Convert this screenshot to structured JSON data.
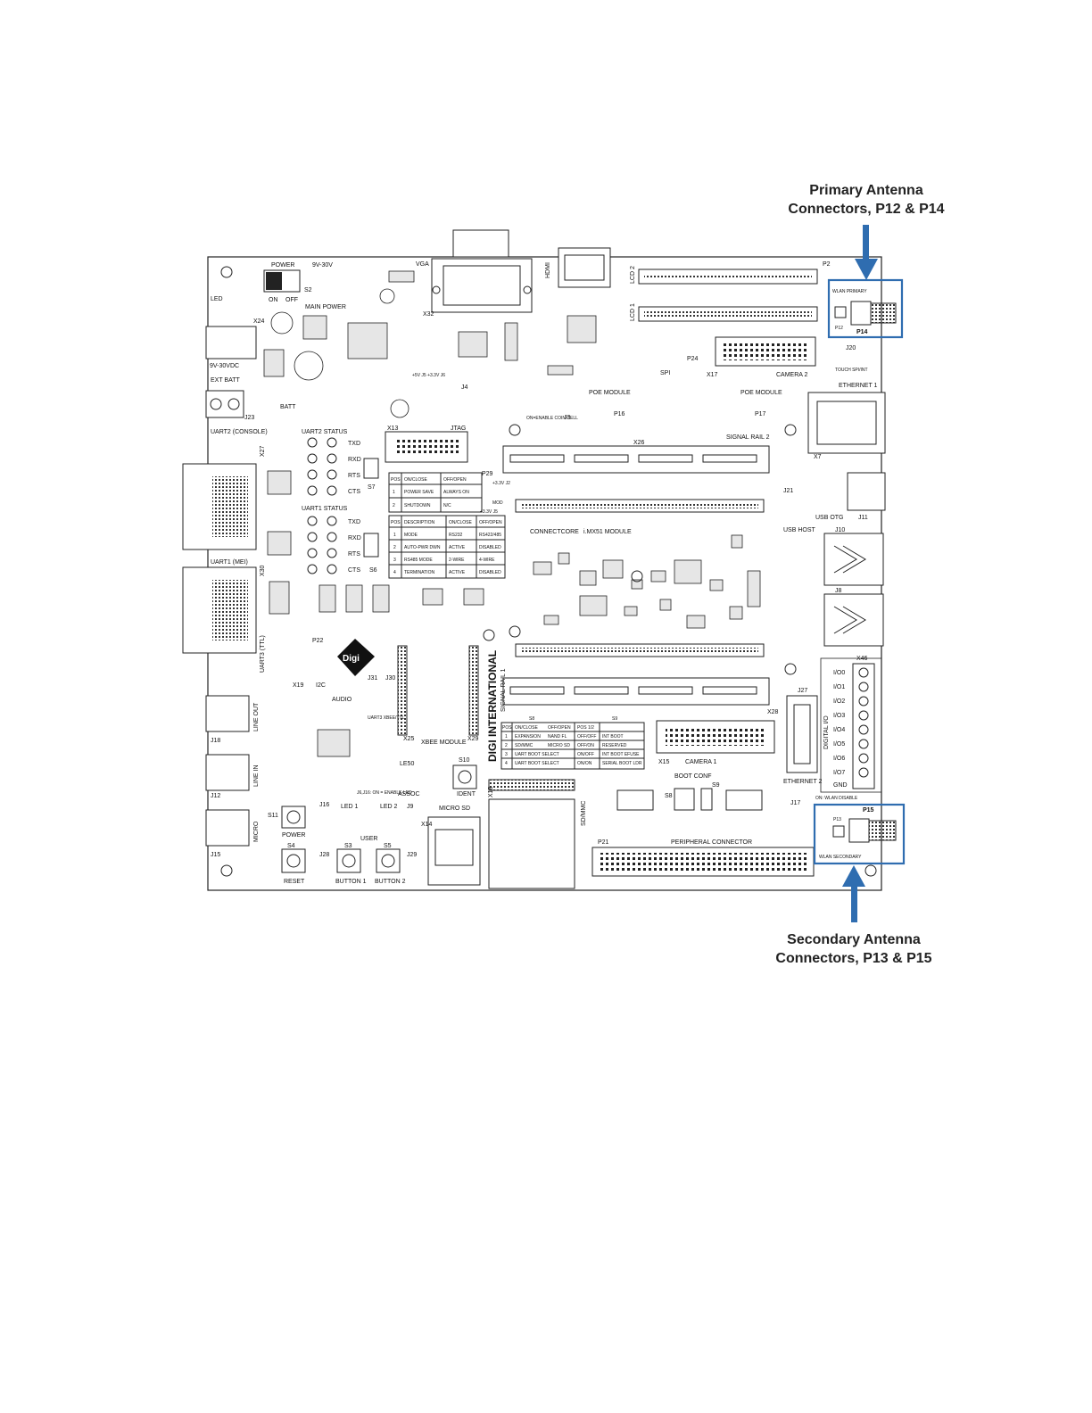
{
  "callouts": {
    "primary": [
      "Primary Antenna",
      "Connectors, P12 & P14"
    ],
    "secondary": [
      "Secondary Antenna",
      "Connectors, P13 & P15"
    ]
  },
  "colors": {
    "highlight": "#2f6db0",
    "arrow": "#2f6db0",
    "board_line": "#222222",
    "chip": "#d9d9d9"
  },
  "board": {
    "logo": "Digi",
    "vendor": "DIGI INTERNATIONAL",
    "labels": {
      "power": "POWER",
      "v930": "9V-30V",
      "on": "ON",
      "off": "OFF",
      "s2": "S2",
      "main_power": "MAIN POWER",
      "vga": "VGA",
      "x32": "X32",
      "hdmi": "HDMI",
      "lcd2": "LCD 2",
      "lcd1": "LCD 1",
      "p2": "P2",
      "wlan_primary": "WLAN PRIMARY",
      "p12": "P12",
      "p14": "P14",
      "x24": "X24",
      "v930vdc": "9V-30VDC",
      "ext_batt": "EXT BATT",
      "batt": "BATT",
      "j23": "J23",
      "spi": "SPI",
      "p24": "P24",
      "x17": "X17",
      "camera2": "CAMERA 2",
      "j20": "J20",
      "touch": "TOUCH SPI/INT",
      "ethernet1": "ETHERNET 1",
      "j4": "J4",
      "poe1": "POE MODULE",
      "poe2": "POE MODULE",
      "p16": "P16",
      "p17": "P17",
      "x13": "X13",
      "jtag": "JTAG",
      "coin_cell": "ON=ENABLE COIN CELL",
      "j3": "J3",
      "x26": "X26",
      "signal_rail2": "SIGNAL RAIL 2",
      "x7": "X7",
      "uart2_console": "UART2 (CONSOLE)",
      "uart2_status": "UART2 STATUS",
      "x27": "X27",
      "txd": "TXD",
      "rxd": "RXD",
      "rts": "RTS",
      "cts": "CTS",
      "s7": "S7",
      "p29": "P29",
      "j21": "J21",
      "usb_otg": "USB OTG",
      "j11": "J11",
      "uart1_status": "UART1 STATUS",
      "uart1_mei": "UART1 (MEI)",
      "x30": "X30",
      "s6": "S6",
      "connectcore": "CONNECTCORE",
      "imx51": "i.MX51 MODULE",
      "usb_host": "USB HOST",
      "j10": "J10",
      "j8": "J8",
      "uart3_ttl": "UART3 (TTL)",
      "x19": "X19",
      "p22": "P22",
      "i2c": "I2C",
      "signal_rail1": "SIGNAL RAIL 1",
      "x46": "X46",
      "io0": "I/O0",
      "io1": "I/O1",
      "io2": "I/O2",
      "io3": "I/O3",
      "io4": "I/O4",
      "io5": "I/O5",
      "io6": "I/O6",
      "io7": "I/O7",
      "gnd": "GND",
      "digital_io": "DIGITAL I/O",
      "j27": "J27",
      "x28": "X28",
      "line_out": "LINE OUT",
      "j18": "J18",
      "audio": "AUDIO",
      "j31": "J31",
      "j30": "J30",
      "uart3_xbee": "UART3 XBEE/TTL",
      "x29": "X29",
      "xbee": "XBEE MODULE",
      "x25": "X25",
      "camera1": "CAMERA 1",
      "x15": "X15",
      "ethernet2": "ETHERNET 2",
      "line_in": "LINE IN",
      "j12": "J12",
      "j6j16": "J6,J16: ON = ENABLE LED",
      "le50": "LE50",
      "assoc": "ASSOC",
      "s10": "S10",
      "ident": "IDENT",
      "x18": "X18",
      "boot_conf": "BOOT CONF",
      "s8": "S8",
      "s9": "S9",
      "j17": "J17",
      "wlan_disable": "ON: WLAN DISABLE",
      "p13": "P13",
      "p15": "P15",
      "wlan_secondary": "WLAN SECONDARY",
      "micro": "MICRO",
      "j15": "J15",
      "s11": "S11",
      "power_btn": "POWER",
      "j16": "J16",
      "led1": "LED 1",
      "led2": "LED 2",
      "j9": "J9",
      "micro_sd": "MICRO SD",
      "x14": "X14",
      "user": "USER",
      "s3": "S3",
      "s5": "S5",
      "s4": "S4",
      "reset": "RESET",
      "button1": "BUTTON 1",
      "button2": "BUTTON 2",
      "j28": "J28",
      "j29": "J29",
      "sdmmc": "SD/MMC",
      "p21": "P21",
      "peripheral": "PERIPHERAL CONNECTOR",
      "led": "LED",
      "plus33v_j2": "+3.3V J2",
      "plus33v_j5": "+3.3V J5",
      "plus5v": "+5V J5 +3.3V J6",
      "mod": "MOD"
    },
    "table_s7": {
      "headers": [
        "POS",
        "ON/CLOSE",
        "OFF/OPEN"
      ],
      "rows": [
        [
          "1",
          "POWER SAVE",
          "ALWAYS ON"
        ],
        [
          "2",
          "SHUTDOWN",
          "N/C"
        ]
      ]
    },
    "table_s6": {
      "headers": [
        "POS",
        "DESCRIPTION",
        "ON/CLOSE",
        "OFF/OPEN"
      ],
      "rows": [
        [
          "1",
          "MODE",
          "RS232",
          "RS422/485"
        ],
        [
          "2",
          "AUTO-PWR DWN",
          "ACTIVE",
          "DISABLED"
        ],
        [
          "3",
          "RS485 MODE",
          "2-WIRE",
          "4-WIRE"
        ],
        [
          "4",
          "TERMINATION",
          "ACTIVE",
          "DISABLED"
        ]
      ]
    },
    "table_boot": {
      "s8": "S8",
      "s9": "S9",
      "headers": [
        "POS",
        "ON/CLOSE",
        "OFF/OPEN",
        "POS 1/2"
      ],
      "rows": [
        [
          "1",
          "EXPANSION",
          "NAND FL",
          "OFF/OFF",
          "INT BOOT"
        ],
        [
          "2",
          "SD/MMC",
          "MICRO SD",
          "OFF/ON",
          "RESERVED"
        ],
        [
          "3",
          "UART BOOT SELECT",
          "",
          "ON/OFF",
          "INT BOOT EFUSE"
        ],
        [
          "4",
          "UART BOOT SELECT",
          "",
          "ON/ON",
          "SERIAL BOOT LDR"
        ]
      ]
    }
  }
}
